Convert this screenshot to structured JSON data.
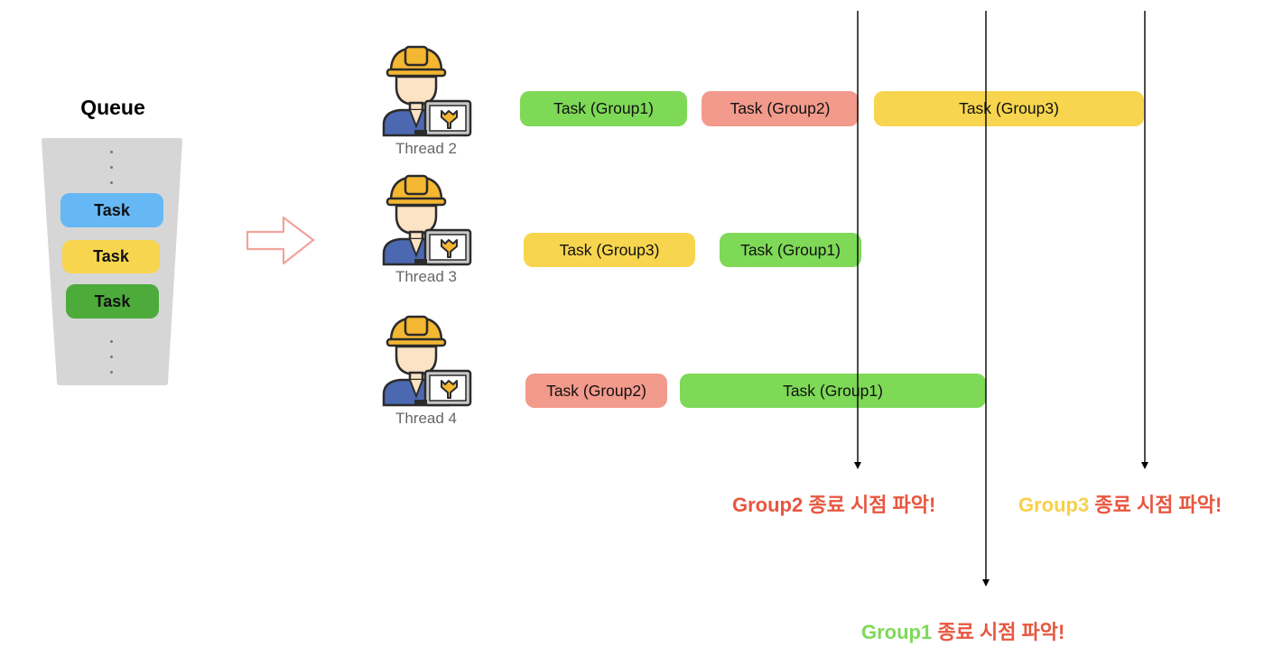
{
  "queue": {
    "title": "Queue",
    "tasks": [
      {
        "label": "Task",
        "color": "#66b8f5"
      },
      {
        "label": "Task",
        "color": "#f7d54e"
      },
      {
        "label": "Task",
        "color": "#4cab3a"
      }
    ]
  },
  "threads": [
    {
      "label": "Thread 2",
      "tasks": [
        {
          "label": "Task (Group1)",
          "color": "#7ed957"
        },
        {
          "label": "Task (Group2)",
          "color": "#f29a8c"
        },
        {
          "label": "Task (Group3)",
          "color": "#f7d54e"
        }
      ]
    },
    {
      "label": "Thread 3",
      "tasks": [
        {
          "label": "Task (Group3)",
          "color": "#f7d54e"
        },
        {
          "label": "Task (Group1)",
          "color": "#7ed957"
        }
      ]
    },
    {
      "label": "Thread 4",
      "tasks": [
        {
          "label": "Task (Group2)",
          "color": "#f29a8c"
        },
        {
          "label": "Task (Group1)",
          "color": "#7ed957"
        }
      ]
    }
  ],
  "captions": {
    "group2": {
      "group": "Group2",
      "text": "종료 시점 파악!"
    },
    "group3": {
      "group": "Group3",
      "text": "종료 시점 파악!"
    },
    "group1": {
      "group": "Group1",
      "text": "종료 시점 파악!"
    }
  },
  "colors": {
    "group1": "#7ed957",
    "group2": "#f29a8c",
    "group3": "#f7d54e",
    "caption_red": "#e8563f"
  }
}
